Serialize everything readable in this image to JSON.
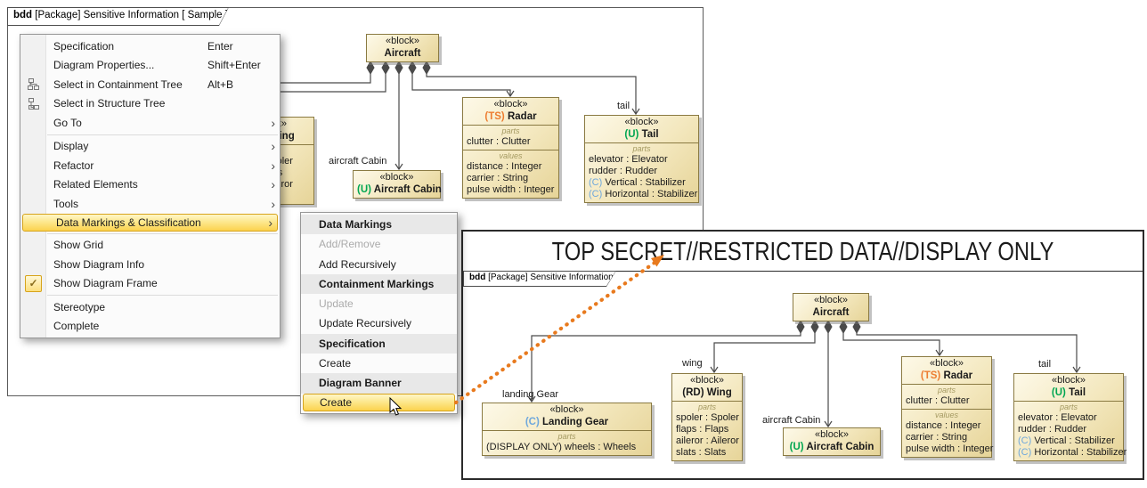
{
  "colors": {
    "ts_orange": "#ed7d31",
    "u_green": "#00a651",
    "c_blue": "#6fa8dc",
    "rd_black": "#1a1a1a",
    "highlight_border": "#d7a41c",
    "arrow_orange": "#e87a1e"
  },
  "diagram1": {
    "tab": {
      "kind": "bdd",
      "rest": " [Package] Sensitive Information [ Sample ]"
    },
    "labels": {
      "aircraft_cabin": "aircraft Cabin",
      "tail": "tail"
    }
  },
  "diagram2": {
    "banner": "TOP SECRET//RESTRICTED DATA//DISPLAY ONLY",
    "tab": {
      "kind": "bdd",
      "rest": " [Package] Sensitive Information [ Sample ]"
    },
    "labels": {
      "landing_gear": "landing Gear",
      "wing": "wing",
      "aircraft_cabin": "aircraft Cabin",
      "tail": "tail"
    }
  },
  "blocks": {
    "aircraft": {
      "stereotype": "«block»",
      "name": {
        "t": "Aircraft"
      },
      "compartments": []
    },
    "wing": {
      "stereotype": "«block»",
      "name": {
        "m": "(RD) ",
        "mc": "#1a1a1a",
        "t": "Wing"
      },
      "compartments": [
        {
          "label": "parts",
          "lines": [
            {
              "t": "spoler : Spoler"
            },
            {
              "t": "flaps : Flaps"
            },
            {
              "t": "aileror : Aileror"
            },
            {
              "t": "slats : Slats"
            }
          ]
        }
      ]
    },
    "radar": {
      "stereotype": "«block»",
      "name": {
        "m": "(TS) ",
        "mc": "#ed7d31",
        "t": "Radar"
      },
      "compartments": [
        {
          "label": "parts",
          "lines": [
            {
              "t": "clutter : Clutter"
            }
          ]
        },
        {
          "label": "values",
          "lines": [
            {
              "t": "distance : Integer"
            },
            {
              "t": "carrier : String"
            },
            {
              "t": "pulse width : Integer"
            }
          ]
        }
      ]
    },
    "tail": {
      "stereotype": "«block»",
      "name": {
        "m": "(U) ",
        "mc": "#00a651",
        "t": "Tail"
      },
      "compartments": [
        {
          "label": "parts",
          "lines": [
            {
              "t": "elevator : Elevator"
            },
            {
              "t": "rudder : Rudder"
            },
            {
              "m": "(C) ",
              "mc": "#6fa8dc",
              "t": "Vertical : Stabilizer"
            },
            {
              "m": "(C) ",
              "mc": "#6fa8dc",
              "t": "Horizontal : Stabilizer"
            }
          ]
        }
      ]
    },
    "aircraft_cabin": {
      "stereotype": "«block»",
      "name": {
        "m": "(U) ",
        "mc": "#00a651",
        "t": "Aircraft Cabin"
      },
      "compartments": []
    },
    "landing_gear": {
      "stereotype": "«block»",
      "name": {
        "m": "(C) ",
        "mc": "#6fa8dc",
        "t": "Landing Gear"
      },
      "compartments": [
        {
          "label": "parts",
          "lines": [
            {
              "t": "(DISPLAY ONLY) wheels : Wheels"
            }
          ]
        }
      ]
    }
  },
  "context_menu": {
    "items": [
      {
        "label": "Specification",
        "shortcut": "Enter"
      },
      {
        "label": "Diagram Properties...",
        "shortcut": "Shift+Enter"
      },
      {
        "label": "Select in Containment Tree",
        "shortcut": "Alt+B",
        "icon": "containment-tree"
      },
      {
        "label": "Select in Structure Tree",
        "icon": "structure-tree"
      },
      {
        "label": "Go To",
        "submenu": true
      },
      {
        "sep": true
      },
      {
        "label": "Display",
        "submenu": true
      },
      {
        "label": "Refactor",
        "submenu": true
      },
      {
        "label": "Related Elements",
        "submenu": true
      },
      {
        "label": "Tools",
        "submenu": true
      },
      {
        "label": "Data Markings & Classification",
        "submenu": true,
        "highlight": true
      },
      {
        "sep": true
      },
      {
        "label": "Show Grid"
      },
      {
        "label": "Show Diagram Info"
      },
      {
        "label": "Show Diagram Frame",
        "checked": true
      },
      {
        "sep": true
      },
      {
        "label": "Stereotype"
      },
      {
        "label": "Complete"
      }
    ]
  },
  "submenu": {
    "items": [
      {
        "label": "Data Markings",
        "header": true
      },
      {
        "label": "Add/Remove",
        "disabled": true
      },
      {
        "label": "Add Recursively"
      },
      {
        "label": "Containment Markings",
        "header": true
      },
      {
        "label": "Update",
        "disabled": true
      },
      {
        "label": "Update Recursively"
      },
      {
        "label": "Specification",
        "header": true
      },
      {
        "label": "Create"
      },
      {
        "label": "Diagram Banner",
        "header": true
      },
      {
        "label": "Create",
        "highlight": true
      }
    ]
  }
}
